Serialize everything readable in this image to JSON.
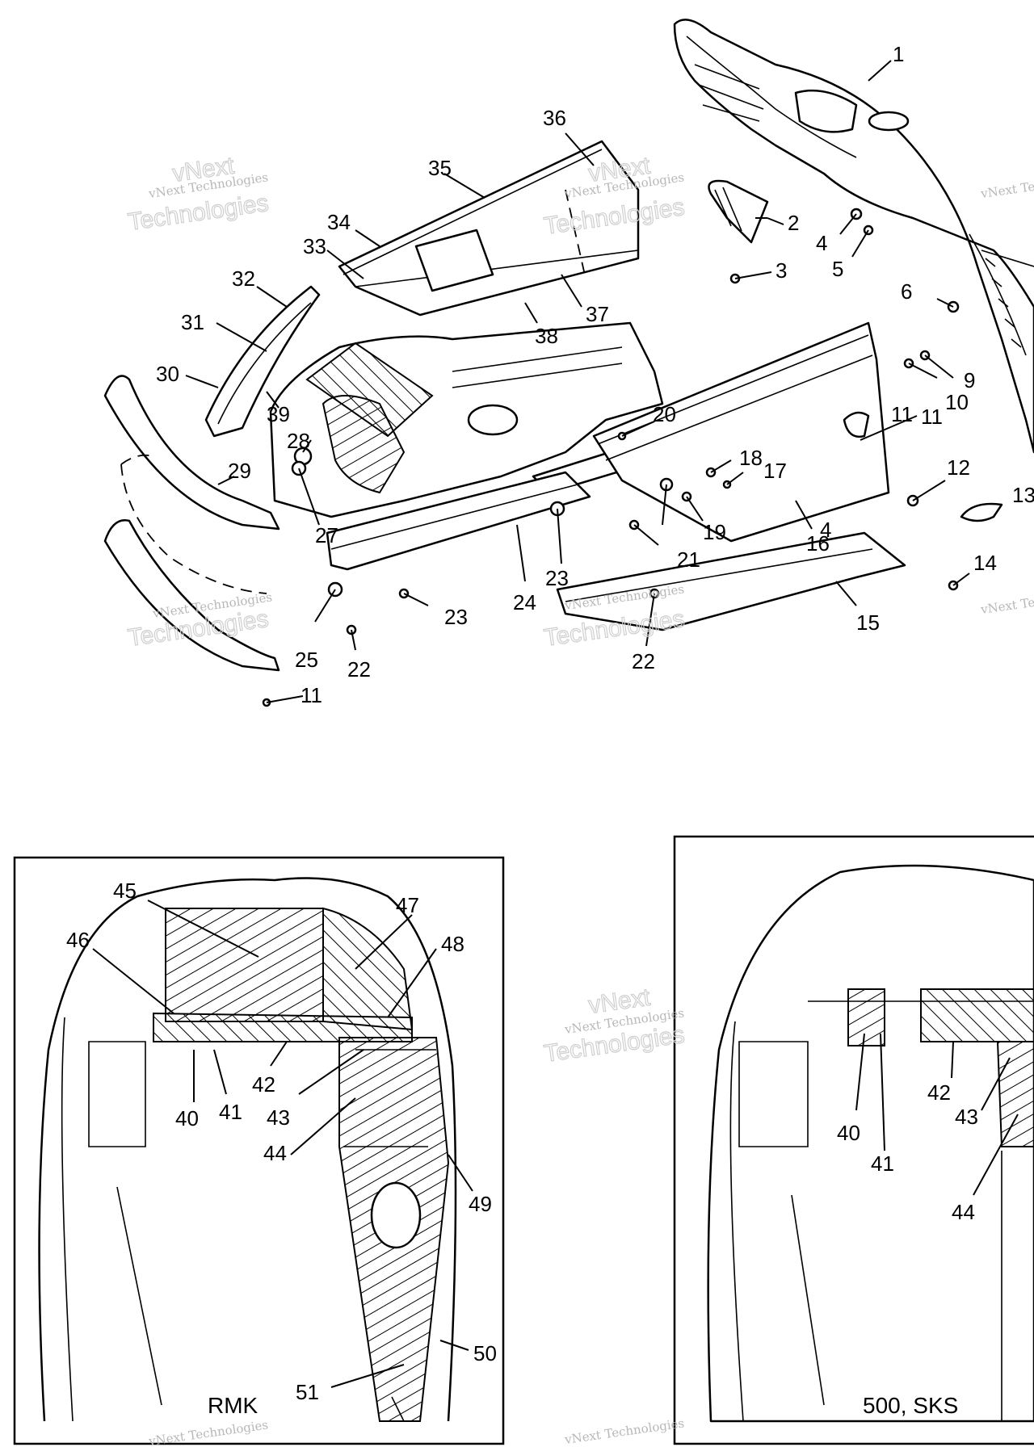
{
  "diagram": {
    "callouts_main": [
      "1",
      "2",
      "3",
      "4",
      "5",
      "6",
      "9",
      "10",
      "11",
      "12",
      "13",
      "14",
      "15",
      "16",
      "17",
      "18",
      "19",
      "20",
      "21",
      "23",
      "24",
      "22",
      "25",
      "27",
      "28",
      "29",
      "30",
      "31",
      "32",
      "33",
      "34",
      "35",
      "36",
      "37",
      "38",
      "39"
    ],
    "callouts_rmk": [
      "45",
      "46",
      "47",
      "48",
      "40",
      "41",
      "42",
      "43",
      "44",
      "49",
      "50",
      "51"
    ],
    "callouts_sks": [
      "40",
      "41",
      "42",
      "43",
      "44"
    ],
    "inset_rmk_label": "RMK",
    "inset_sks_label": "500, SKS",
    "watermark_line1": "vNext Technologies",
    "watermark_line2": "Technologies",
    "watermark_top": "vNext"
  }
}
